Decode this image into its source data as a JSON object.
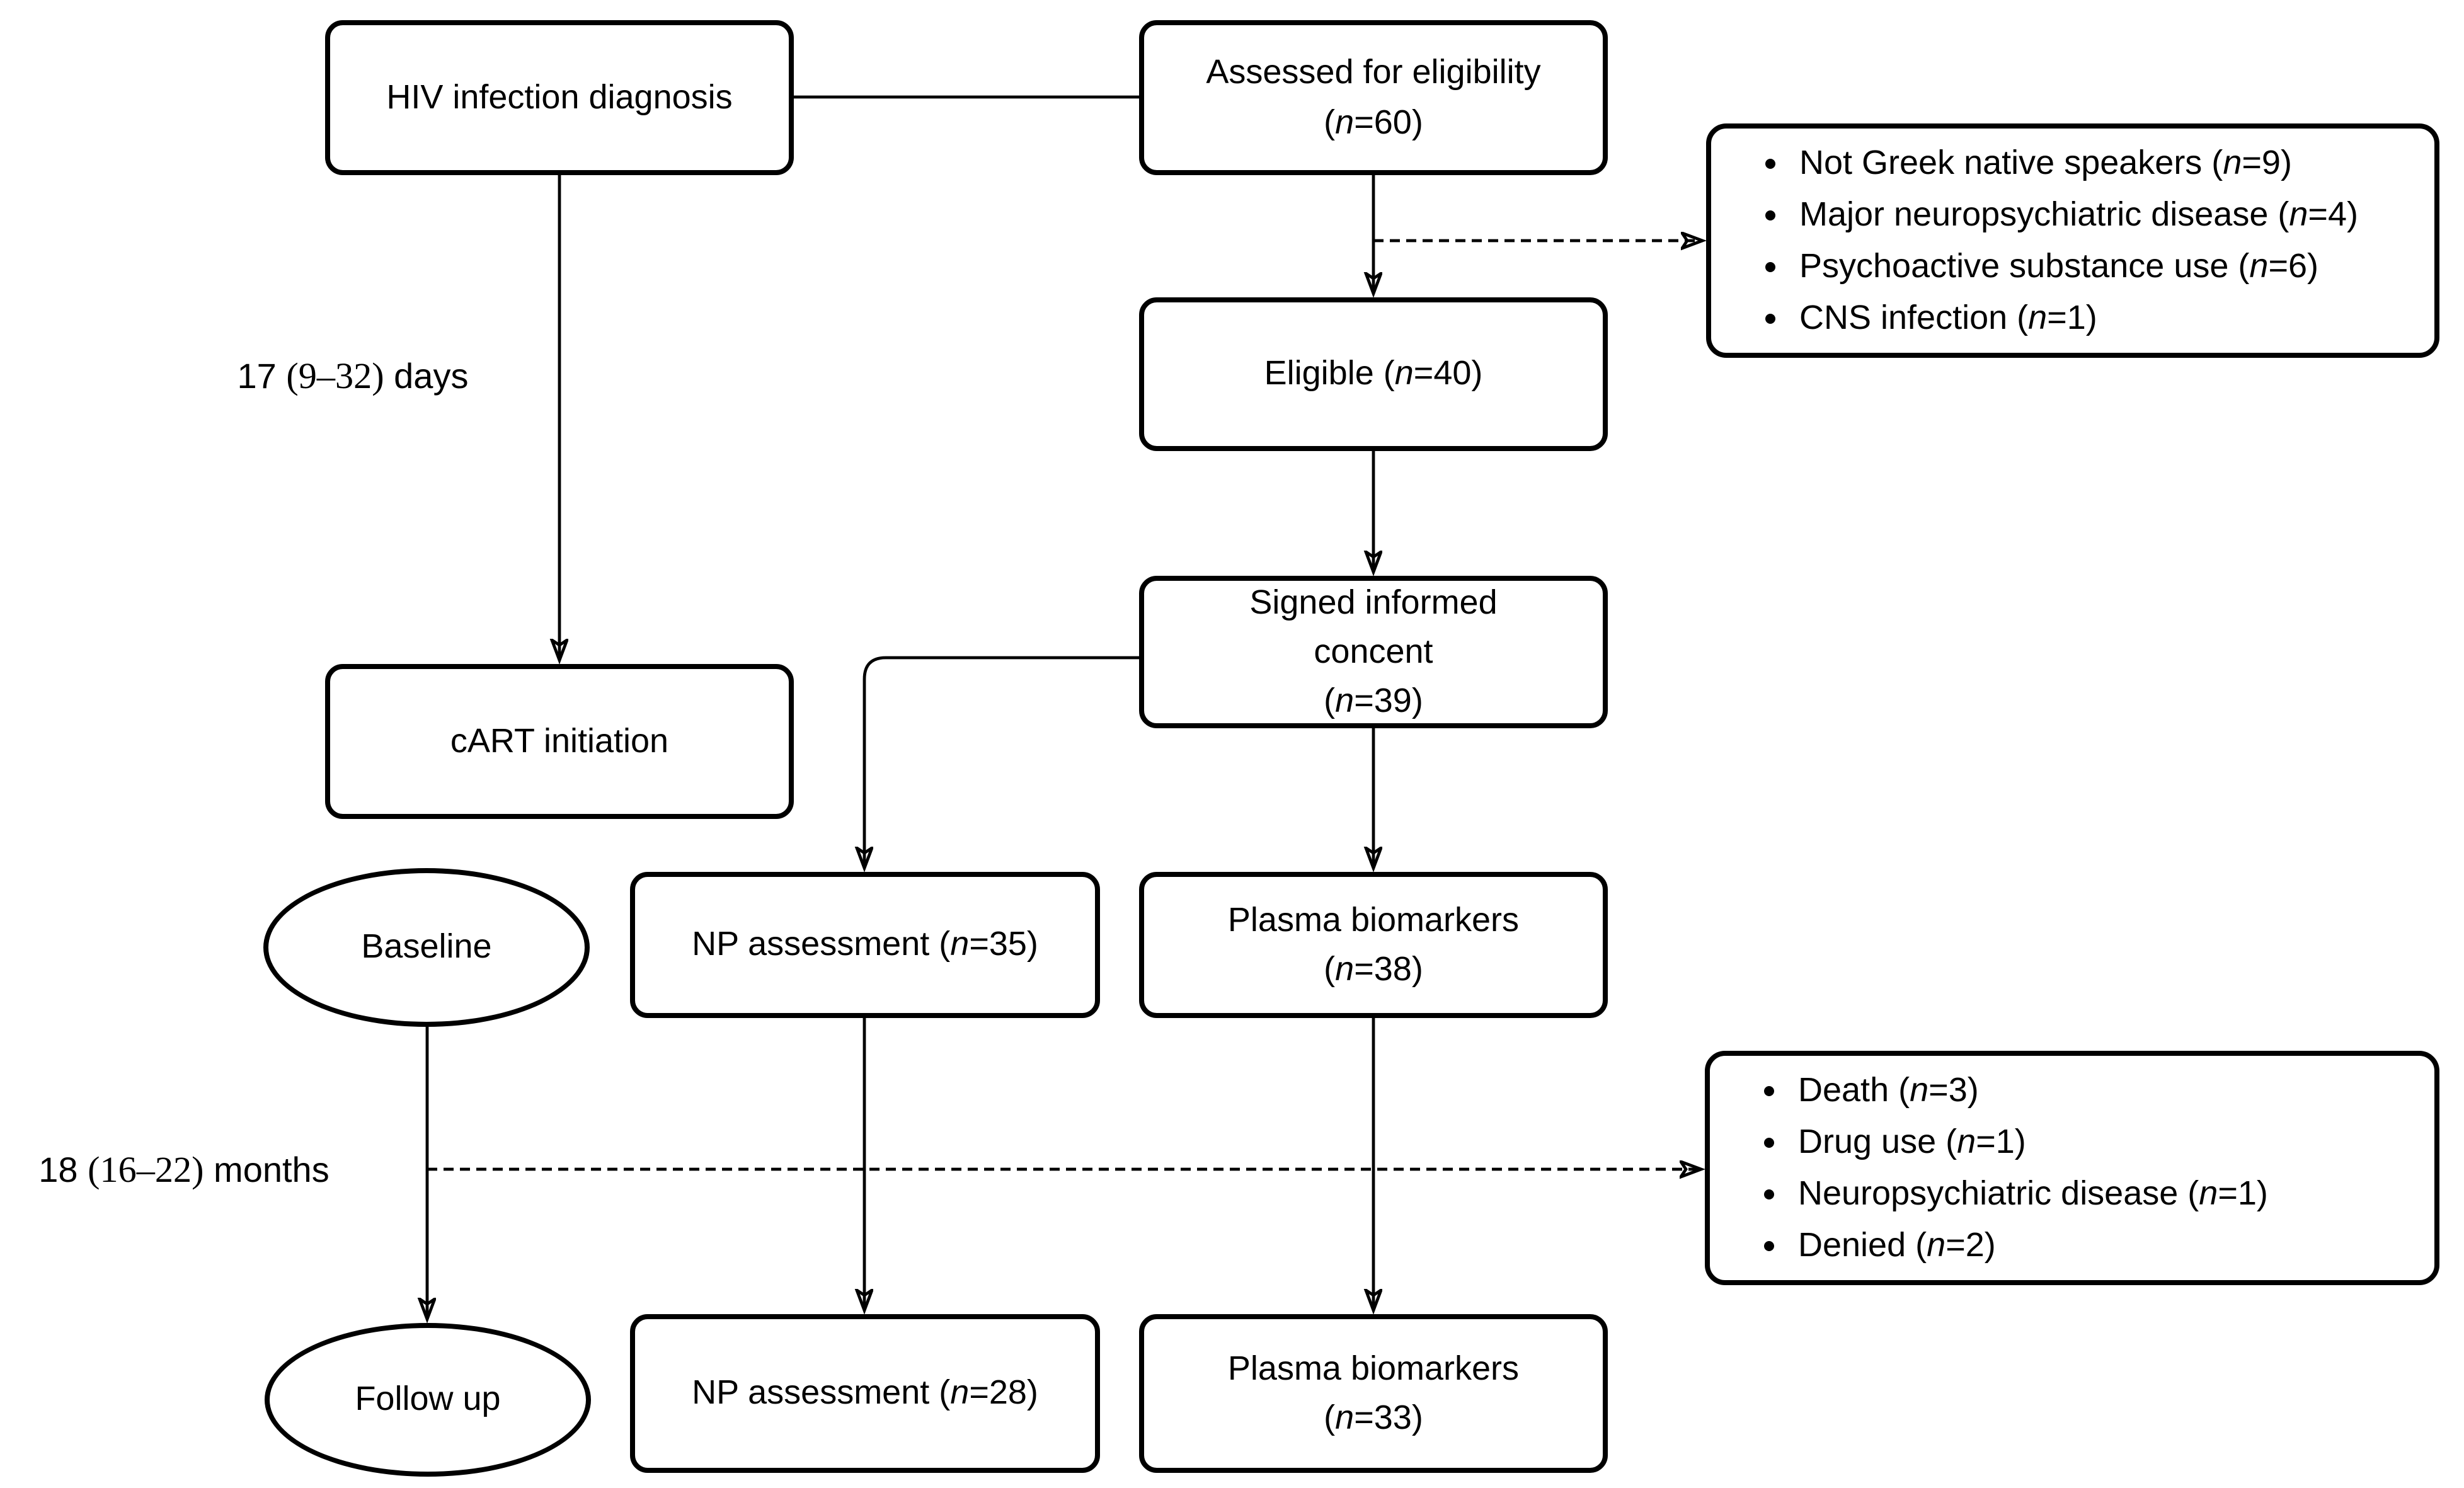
{
  "diagram": {
    "nodes": {
      "hiv": {
        "label": "HIV infection diagnosis"
      },
      "assessed": {
        "label": "Assessed for eligibility",
        "sub": "(n=60)"
      },
      "eligible": {
        "label": "Eligible (n=40)"
      },
      "signed": {
        "label": "Signed informed concent",
        "sub": "(n=39)"
      },
      "cart": {
        "label": "cART initiation"
      },
      "baseline": {
        "label": "Baseline"
      },
      "np_baseline": {
        "label": "NP assessment (n=35)"
      },
      "plasma_baseline": {
        "label": "Plasma biomarkers",
        "sub": "(n=38)"
      },
      "followup": {
        "label": "Follow up"
      },
      "np_followup": {
        "label": "NP assessment (n=28)"
      },
      "plasma_followup": {
        "label": "Plasma biomarkers",
        "sub": "(n=33)"
      }
    },
    "exclusions_screening": {
      "items": [
        "Not Greek native speakers (n=9)",
        "Major neuropsychiatric disease (n=4)",
        "Psychoactive substance use (n=6)",
        "CNS infection (n=1)"
      ]
    },
    "exclusions_followup": {
      "items": [
        "Death (n=3)",
        "Drug use (n=1)",
        "Neuropsychiatric disease (n=1)",
        "Denied (n=2)"
      ]
    },
    "labels": {
      "time_to_cart": "17 (9–32) days",
      "time_to_followup": "18 (16–22) months"
    },
    "colors": {
      "ink": "#000000",
      "background": "#ffffff"
    }
  }
}
